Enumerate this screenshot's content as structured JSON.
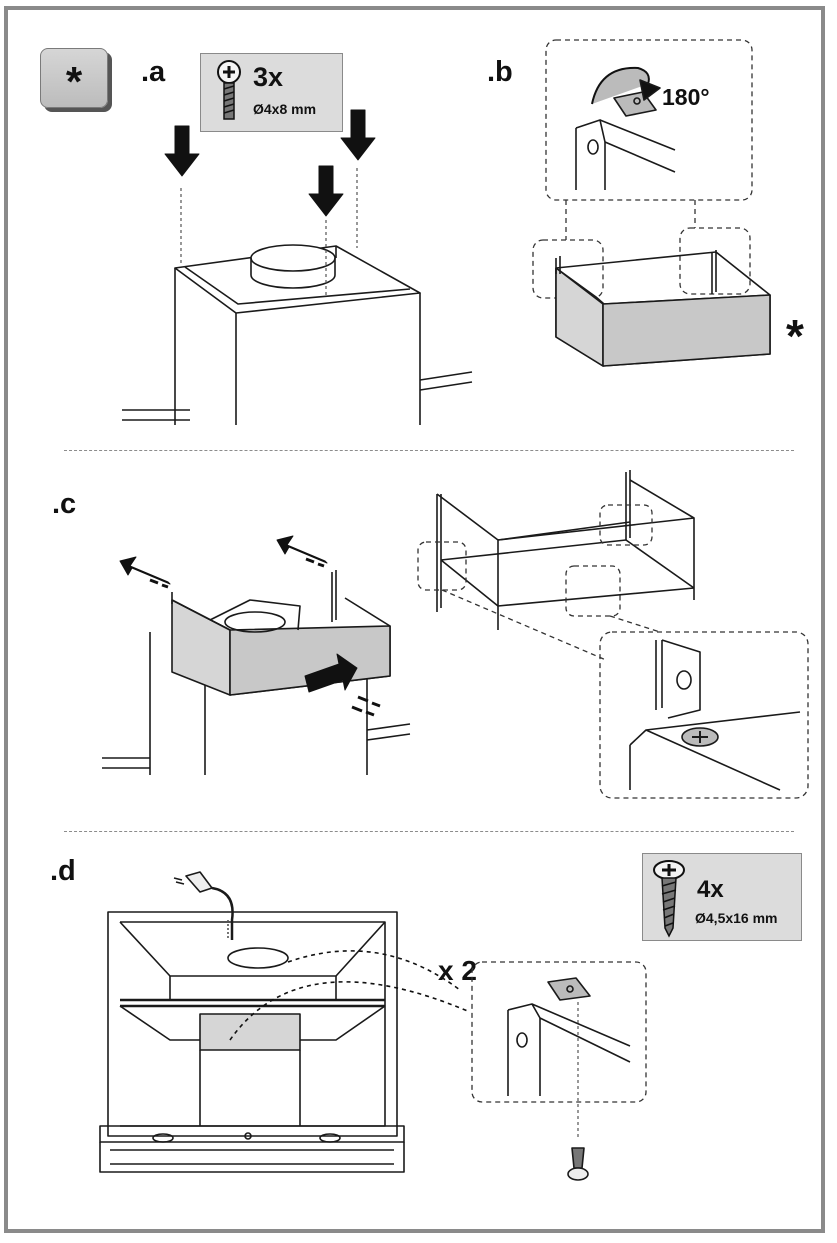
{
  "steps": {
    "a": {
      "label": ".a"
    },
    "b": {
      "label": ".b",
      "rotation_label": "180°"
    },
    "c": {
      "label": ".c"
    },
    "d": {
      "label": ".d",
      "repeat_label": "x 2"
    }
  },
  "badge": {
    "symbol": "*"
  },
  "loose_mark": {
    "symbol": "*"
  },
  "screw_box_a": {
    "quantity": "3x",
    "dimension": "Ø4x8 mm"
  },
  "screw_box_d": {
    "quantity": "4x",
    "dimension": "Ø4,5x16 mm"
  },
  "colors": {
    "frame": "#8a8a8a",
    "box_fill": "#dcdcdc",
    "panel_fill": "#c8c8c8",
    "line": "#1a1a1a"
  }
}
